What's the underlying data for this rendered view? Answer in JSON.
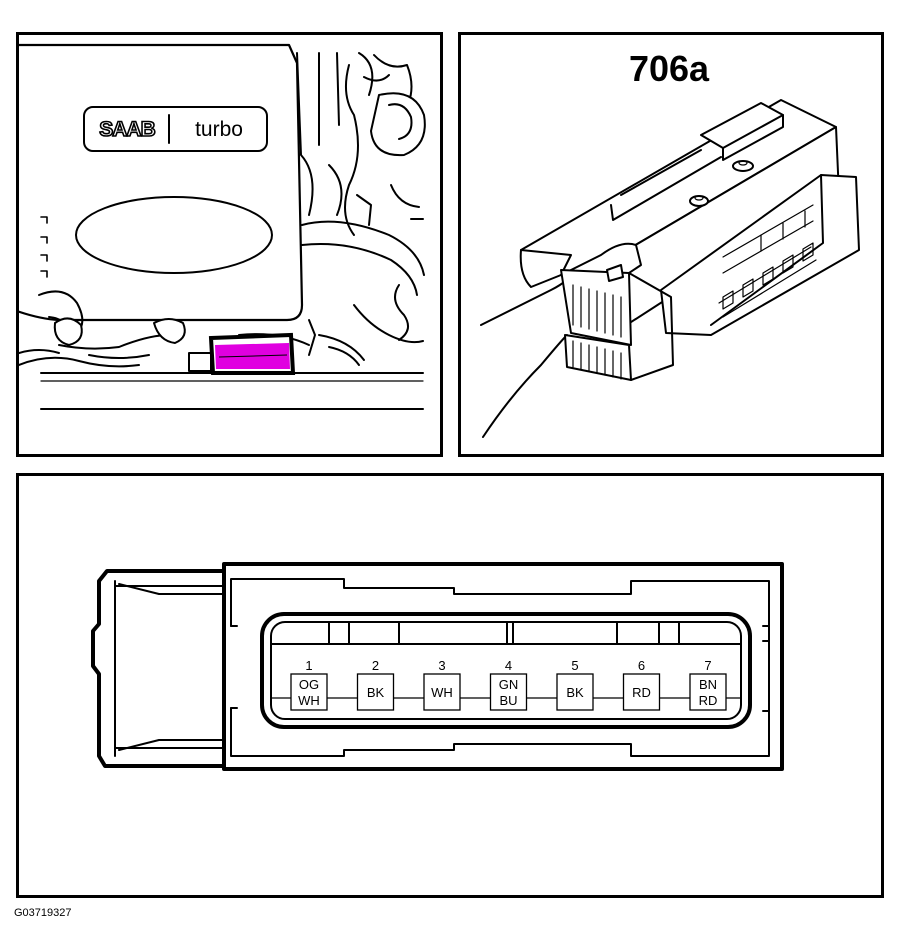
{
  "engine_view": {
    "badge_brand": "SAAB",
    "badge_model": "turbo",
    "highlight_color": "#e000e0"
  },
  "connector_view": {
    "label": "706a"
  },
  "pinout": {
    "pins": [
      {
        "number": "1",
        "color_line1": "OG",
        "color_line2": "WH"
      },
      {
        "number": "2",
        "color_line1": "BK",
        "color_line2": ""
      },
      {
        "number": "3",
        "color_line1": "WH",
        "color_line2": ""
      },
      {
        "number": "4",
        "color_line1": "GN",
        "color_line2": "BU"
      },
      {
        "number": "5",
        "color_line1": "BK",
        "color_line2": ""
      },
      {
        "number": "6",
        "color_line1": "RD",
        "color_line2": ""
      },
      {
        "number": "7",
        "color_line1": "BN",
        "color_line2": "RD"
      }
    ]
  },
  "figure_code": "G03719327"
}
